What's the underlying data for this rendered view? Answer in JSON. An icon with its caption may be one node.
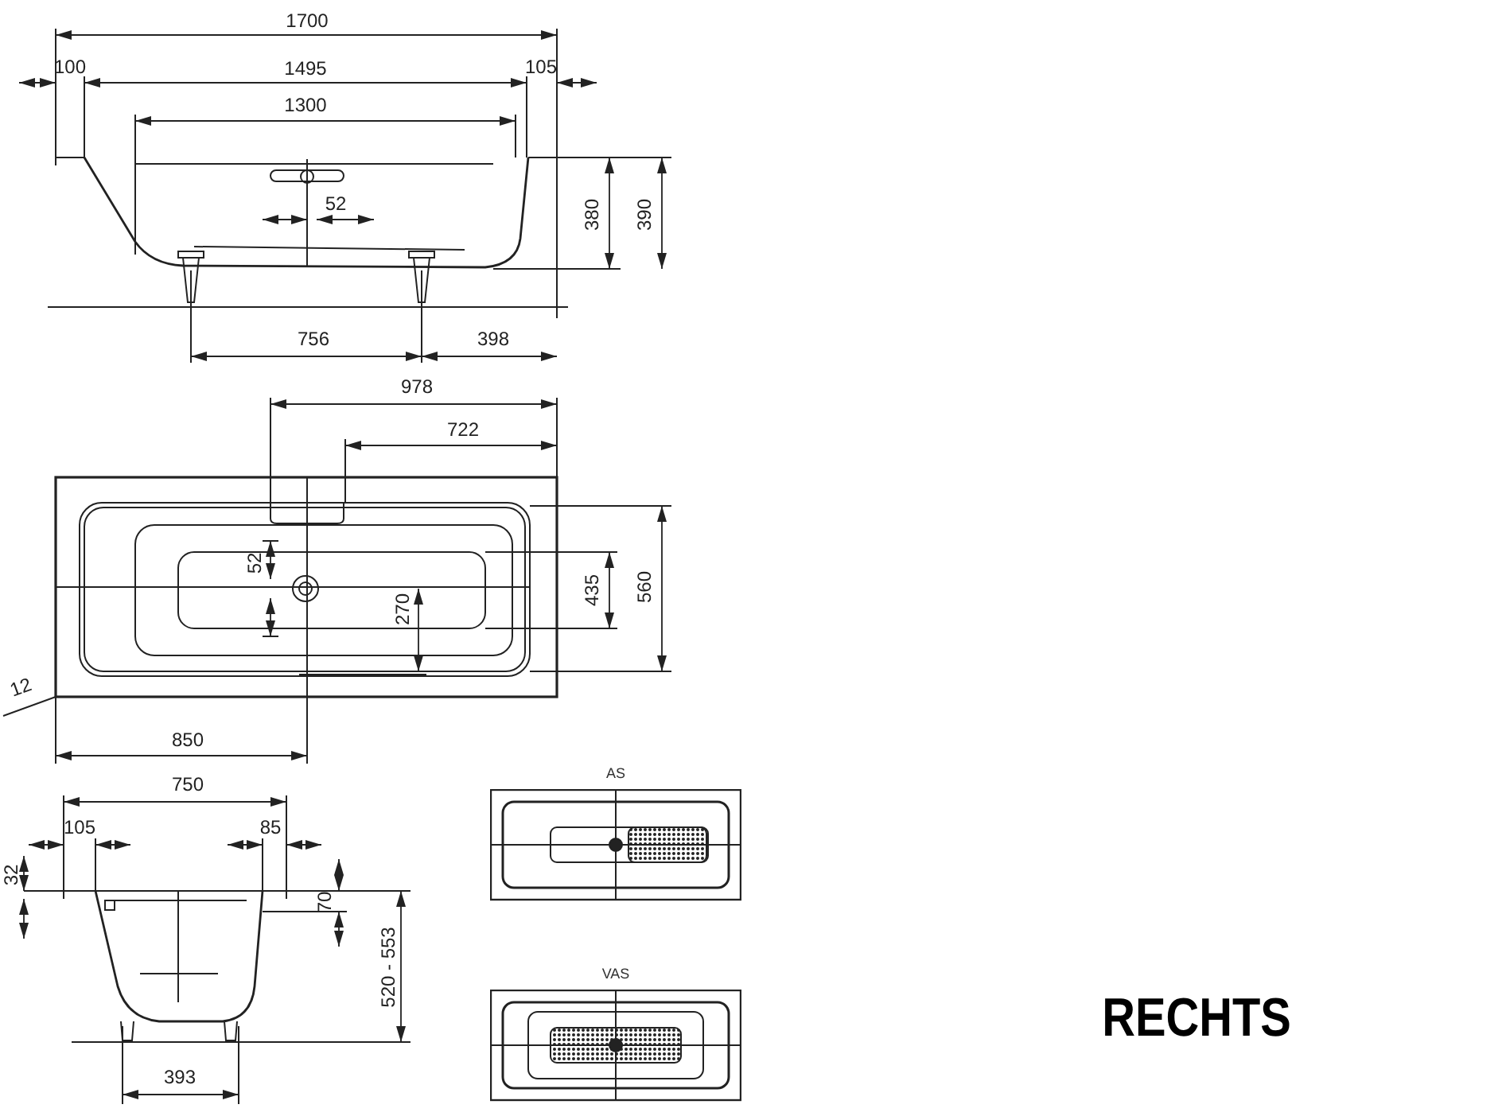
{
  "diagram": {
    "nodes": [
      {
        "text": [
          "AS"
        ]
      },
      {
        "text": [
          "VAS"
        ]
      }
    ],
    "edges": [],
    "labels": [
      "1700",
      "100",
      "1495",
      "105",
      "1300",
      "52",
      "380",
      "390",
      "756",
      "398",
      "978",
      "722",
      "52",
      "435",
      "560",
      "270",
      "12",
      "850",
      "750",
      "105",
      "85",
      "32",
      "70",
      "520 - 553",
      "393",
      "RECHTS"
    ]
  }
}
